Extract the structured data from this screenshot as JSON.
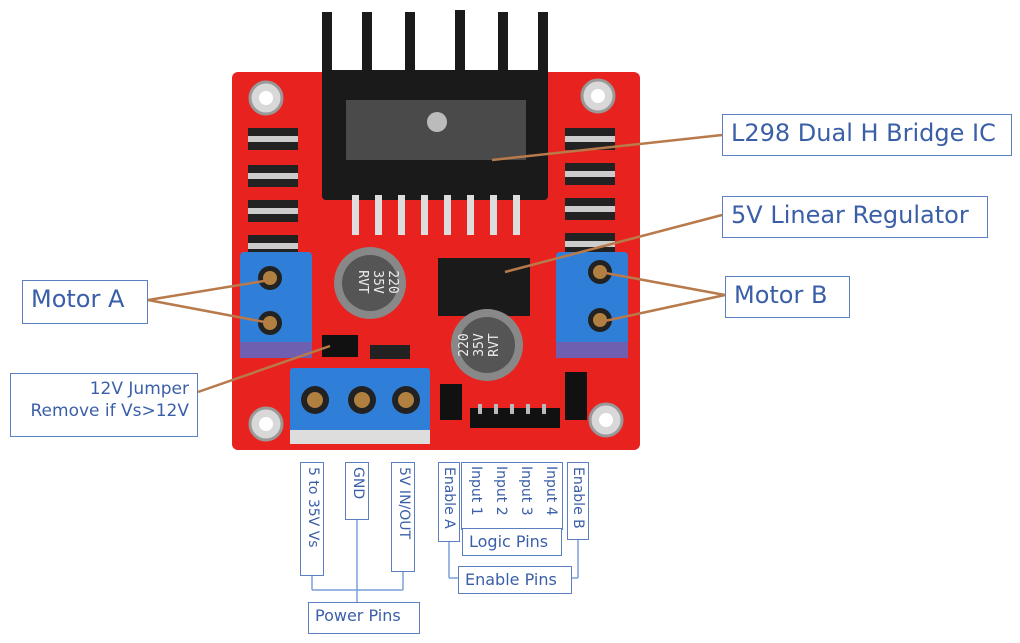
{
  "labels": {
    "ic": "L298 Dual H Bridge IC",
    "regulator": "5V Linear Regulator",
    "motor_a": "Motor A",
    "motor_b": "Motor B",
    "jumper_line1": "12V Jumper",
    "jumper_line2": "Remove if Vs>12V",
    "vs": "5 to 35V Vs",
    "gnd": "GND",
    "v5": "5V IN/OUT",
    "power_pins": "Power Pins",
    "enable_a": "Enable A",
    "input1": "Input 1",
    "input2": "Input 2",
    "input3": "Input 3",
    "input4": "Input 4",
    "enable_b": "Enable B",
    "logic_pins": "Logic Pins",
    "enable_pins": "Enable Pins"
  },
  "capacitor": {
    "line1": "220",
    "line2": "35V",
    "line3": "RVT"
  },
  "colors": {
    "board": "#e8231f",
    "label_border": "#5b7fc0",
    "label_text": "#3a5fa8",
    "leader": "#b87a4b",
    "terminal": "#2f7fd8"
  }
}
